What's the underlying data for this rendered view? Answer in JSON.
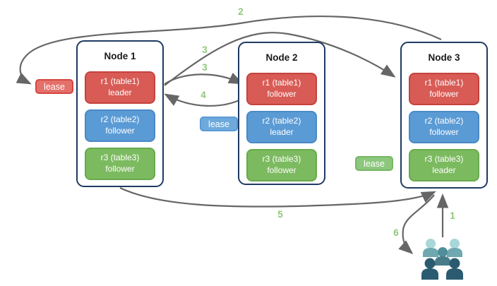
{
  "nodes": [
    {
      "title": "Node 1",
      "replicas": [
        {
          "name": "r1 (table1)",
          "role": "leader",
          "color": "red"
        },
        {
          "name": "r2 (table2)",
          "role": "follower",
          "color": "blue"
        },
        {
          "name": "r3 (table3)",
          "role": "follower",
          "color": "green"
        }
      ]
    },
    {
      "title": "Node 2",
      "replicas": [
        {
          "name": "r1 (table1)",
          "role": "follower",
          "color": "red"
        },
        {
          "name": "r2 (table2)",
          "role": "leader",
          "color": "blue"
        },
        {
          "name": "r3 (table3)",
          "role": "follower",
          "color": "green"
        }
      ]
    },
    {
      "title": "Node 3",
      "replicas": [
        {
          "name": "r1 (table1)",
          "role": "follower",
          "color": "red"
        },
        {
          "name": "r2 (table2)",
          "role": "follower",
          "color": "blue"
        },
        {
          "name": "r3 (table3)",
          "role": "leader",
          "color": "green"
        }
      ]
    }
  ],
  "leases": [
    {
      "label": "lease",
      "color": "red"
    },
    {
      "label": "lease",
      "color": "blue"
    },
    {
      "label": "lease",
      "color": "green"
    }
  ],
  "steps": [
    "1",
    "2",
    "3",
    "3",
    "4",
    "5",
    "6"
  ],
  "icon": {
    "name": "users-group-icon"
  },
  "palette": {
    "replica_red": "#d85b55",
    "replica_red_border": "#c5433e",
    "replica_blue": "#5b9bd5",
    "replica_blue_border": "#4a89c6",
    "replica_green": "#7cba60",
    "replica_green_border": "#68aa4c",
    "lease_red": "#e4706a",
    "lease_blue": "#6ea9dc",
    "lease_green": "#8cc77d",
    "node_border": "#1f3a63",
    "arrow": "#666666",
    "step_label": "#8ec77b",
    "crowd_light": "#a9d6d8",
    "crowd_light_body": "#6fa8af",
    "crowd_mid": "#4f8e9b",
    "crowd_mid_body": "#497c8a",
    "crowd_dark": "#2b5b70"
  }
}
